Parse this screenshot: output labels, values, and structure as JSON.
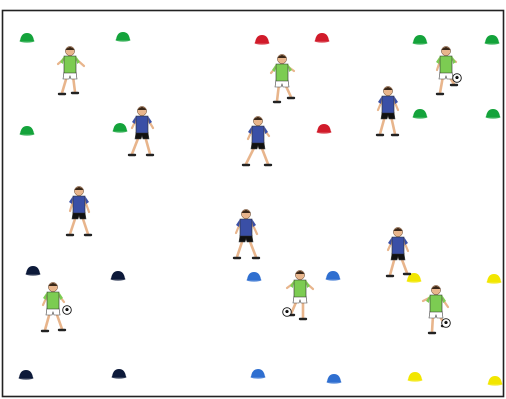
{
  "drill": {
    "team_colors": {
      "attacker_shirt": "#7ccc52",
      "attacker_shorts": "#ffffff",
      "defender_shirt": "#3a4fa6",
      "defender_shorts": "#111111",
      "skin": "#e8b58c",
      "border": "#222222"
    },
    "cone_colors": {
      "green": "#14a33b",
      "red": "#d11b2a",
      "navy": "#0d1a3a",
      "blue": "#2f6fd0",
      "yellow": "#f2e600"
    },
    "grids": [
      {
        "name": "top-left",
        "cone_color": "green"
      },
      {
        "name": "top-middle",
        "cone_color": "red"
      },
      {
        "name": "top-right",
        "cone_color": "green"
      },
      {
        "name": "bottom-left",
        "cone_color": "navy"
      },
      {
        "name": "bottom-middle",
        "cone_color": "blue"
      },
      {
        "name": "bottom-right",
        "cone_color": "yellow"
      }
    ],
    "players": {
      "attackers": 6,
      "defenders": 6,
      "attackers_with_ball": 4
    }
  }
}
